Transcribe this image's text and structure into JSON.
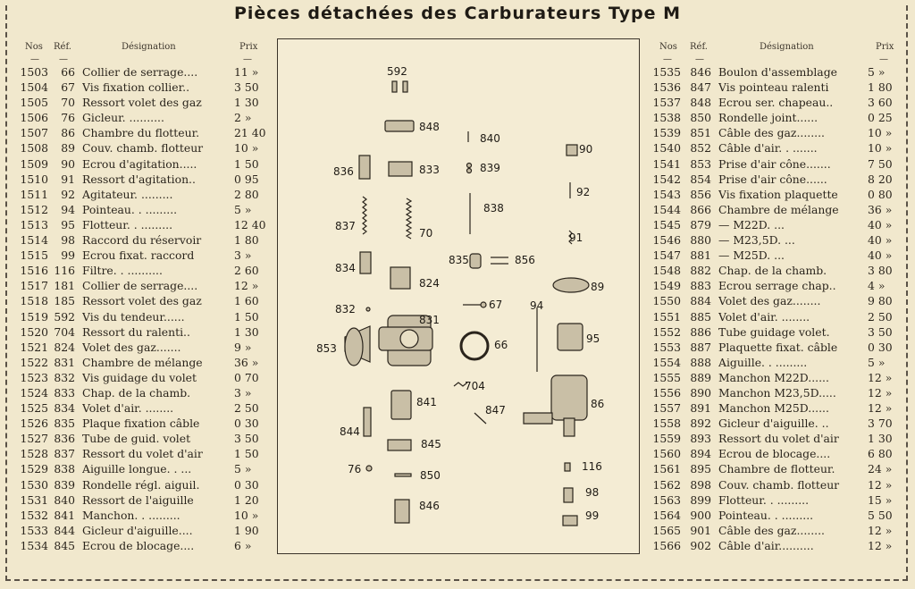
{
  "title": "Pièces détachées des Carburateurs Type M",
  "columns": {
    "no": "Nos",
    "ref": "Réf.",
    "designation": "Désignation",
    "price": "Prix"
  },
  "left_rows": [
    {
      "no": "1503",
      "ref": "66",
      "des": "Collier de serrage....",
      "price": "11 »"
    },
    {
      "no": "1504",
      "ref": "67",
      "des": "Vis fixation collier..",
      "price": "3 50"
    },
    {
      "no": "1505",
      "ref": "70",
      "des": "Ressort volet des gaz",
      "price": "1 30"
    },
    {
      "no": "1506",
      "ref": "76",
      "des": "Gicleur. ..........",
      "price": "2 »"
    },
    {
      "no": "1507",
      "ref": "86",
      "des": "Chambre du flotteur.",
      "price": "21 40"
    },
    {
      "no": "1508",
      "ref": "89",
      "des": "Couv. chamb. flotteur",
      "price": "10 »"
    },
    {
      "no": "1509",
      "ref": "90",
      "des": "Ecrou d'agitation.....",
      "price": "1 50"
    },
    {
      "no": "1510",
      "ref": "91",
      "des": "Ressort d'agitation..",
      "price": "0 95"
    },
    {
      "no": "1511",
      "ref": "92",
      "des": "Agitateur. .........",
      "price": "2 80"
    },
    {
      "no": "1512",
      "ref": "94",
      "des": "Pointeau. . .........",
      "price": "5 »"
    },
    {
      "no": "1513",
      "ref": "95",
      "des": "Flotteur. . .........",
      "price": "12 40"
    },
    {
      "no": "1514",
      "ref": "98",
      "des": "Raccord du réservoir",
      "price": "1 80"
    },
    {
      "no": "1515",
      "ref": "99",
      "des": "Ecrou fixat. raccord",
      "price": "3 »"
    },
    {
      "no": "1516",
      "ref": "116",
      "des": "Filtre. . ..........",
      "price": "2 60"
    },
    {
      "no": "1517",
      "ref": "181",
      "des": "Collier de serrage....",
      "price": "12 »"
    },
    {
      "no": "1518",
      "ref": "185",
      "des": "Ressort volet des gaz",
      "price": "1 60"
    },
    {
      "no": "1519",
      "ref": "592",
      "des": "Vis du tendeur......",
      "price": "1 50"
    },
    {
      "no": "1520",
      "ref": "704",
      "des": "Ressort du ralenti..",
      "price": "1 30"
    },
    {
      "no": "1521",
      "ref": "824",
      "des": "Volet des gaz.......",
      "price": "9 »"
    },
    {
      "no": "1522",
      "ref": "831",
      "des": "Chambre de mélange",
      "price": "36 »"
    },
    {
      "no": "1523",
      "ref": "832",
      "des": "Vis guidage du volet",
      "price": "0 70"
    },
    {
      "no": "1524",
      "ref": "833",
      "des": "Chap. de la chamb.",
      "price": "3 »"
    },
    {
      "no": "1525",
      "ref": "834",
      "des": "Volet d'air. ........",
      "price": "2 50"
    },
    {
      "no": "1526",
      "ref": "835",
      "des": "Plaque fixation câble",
      "price": "0 30"
    },
    {
      "no": "1527",
      "ref": "836",
      "des": "Tube de guid. volet",
      "price": "3 50"
    },
    {
      "no": "1528",
      "ref": "837",
      "des": "Ressort du volet d'air",
      "price": "1 50"
    },
    {
      "no": "1529",
      "ref": "838",
      "des": "Aiguille longue. . ...",
      "price": "5 »"
    },
    {
      "no": "1530",
      "ref": "839",
      "des": "Rondelle régl. aiguil.",
      "price": "0 30"
    },
    {
      "no": "1531",
      "ref": "840",
      "des": "Ressort de l'aiguille",
      "price": "1 20"
    },
    {
      "no": "1532",
      "ref": "841",
      "des": "Manchon. . .........",
      "price": "10 »"
    },
    {
      "no": "1533",
      "ref": "844",
      "des": "Gicleur d'aiguille....",
      "price": "1 90"
    },
    {
      "no": "1534",
      "ref": "845",
      "des": "Ecrou de blocage....",
      "price": "6 »"
    }
  ],
  "right_rows": [
    {
      "no": "1535",
      "ref": "846",
      "des": "Boulon d'assemblage",
      "price": "5 »"
    },
    {
      "no": "1536",
      "ref": "847",
      "des": "Vis pointeau ralenti",
      "price": "1 80"
    },
    {
      "no": "1537",
      "ref": "848",
      "des": "Ecrou ser. chapeau..",
      "price": "3 60"
    },
    {
      "no": "1538",
      "ref": "850",
      "des": "Rondelle joint......",
      "price": "0 25"
    },
    {
      "no": "1539",
      "ref": "851",
      "des": "Câble des gaz........",
      "price": "10 »"
    },
    {
      "no": "1540",
      "ref": "852",
      "des": "Câble d'air. . .......",
      "price": "10 »"
    },
    {
      "no": "1541",
      "ref": "853",
      "des": "Prise d'air cône.......",
      "price": "7 50"
    },
    {
      "no": "1542",
      "ref": "854",
      "des": "Prise d'air cône......",
      "price": "8 20"
    },
    {
      "no": "1543",
      "ref": "856",
      "des": "Vis fixation plaquette",
      "price": "0 80"
    },
    {
      "no": "1544",
      "ref": "866",
      "des": "Chambre de mélange",
      "price": "36 »"
    },
    {
      "no": "1545",
      "ref": "879",
      "des": "— M22D. ...",
      "price": "40 »"
    },
    {
      "no": "1546",
      "ref": "880",
      "des": "— M23,5D. ...",
      "price": "40 »"
    },
    {
      "no": "1547",
      "ref": "881",
      "des": "— M25D. ...",
      "price": "40 »"
    },
    {
      "no": "1548",
      "ref": "882",
      "des": "Chap. de la chamb.",
      "price": "3 80"
    },
    {
      "no": "1549",
      "ref": "883",
      "des": "Ecrou serrage chap..",
      "price": "4 »"
    },
    {
      "no": "1550",
      "ref": "884",
      "des": "Volet des gaz........",
      "price": "9 80"
    },
    {
      "no": "1551",
      "ref": "885",
      "des": "Volet d'air. ........",
      "price": "2 50"
    },
    {
      "no": "1552",
      "ref": "886",
      "des": "Tube guidage volet.",
      "price": "3 50"
    },
    {
      "no": "1553",
      "ref": "887",
      "des": "Plaquette fixat. câble",
      "price": "0 30"
    },
    {
      "no": "1554",
      "ref": "888",
      "des": "Aiguille. . .........",
      "price": "5 »"
    },
    {
      "no": "1555",
      "ref": "889",
      "des": "Manchon M22D......",
      "price": "12 »"
    },
    {
      "no": "1556",
      "ref": "890",
      "des": "Manchon M23,5D.....",
      "price": "12 »"
    },
    {
      "no": "1557",
      "ref": "891",
      "des": "Manchon M25D......",
      "price": "12 »"
    },
    {
      "no": "1558",
      "ref": "892",
      "des": "Gicleur d'aiguille. ..",
      "price": "3 70"
    },
    {
      "no": "1559",
      "ref": "893",
      "des": "Ressort du volet d'air",
      "price": "1 30"
    },
    {
      "no": "1560",
      "ref": "894",
      "des": "Ecrou de blocage....",
      "price": "6 80"
    },
    {
      "no": "1561",
      "ref": "895",
      "des": "Chambre de flotteur.",
      "price": "24 »"
    },
    {
      "no": "1562",
      "ref": "898",
      "des": "Couv. chamb. flotteur",
      "price": "12 »"
    },
    {
      "no": "1563",
      "ref": "899",
      "des": "Flotteur. . .........",
      "price": "15 »"
    },
    {
      "no": "1564",
      "ref": "900",
      "des": "Pointeau. . .........",
      "price": "5 50"
    },
    {
      "no": "1565",
      "ref": "901",
      "des": "Câble des gaz........",
      "price": "12 »"
    },
    {
      "no": "1566",
      "ref": "902",
      "des": "Câble d'air..........",
      "price": "12 »"
    }
  ],
  "diagram_labels": [
    "592",
    "848",
    "840",
    "90",
    "836",
    "833",
    "839",
    "92",
    "838",
    "837",
    "70",
    "91",
    "835",
    "856",
    "834",
    "824",
    "89",
    "832",
    "67",
    "94",
    "831",
    "853",
    "66",
    "95",
    "704",
    "86",
    "841",
    "847",
    "844",
    "845",
    "76",
    "850",
    "116",
    "98",
    "846",
    "99"
  ]
}
